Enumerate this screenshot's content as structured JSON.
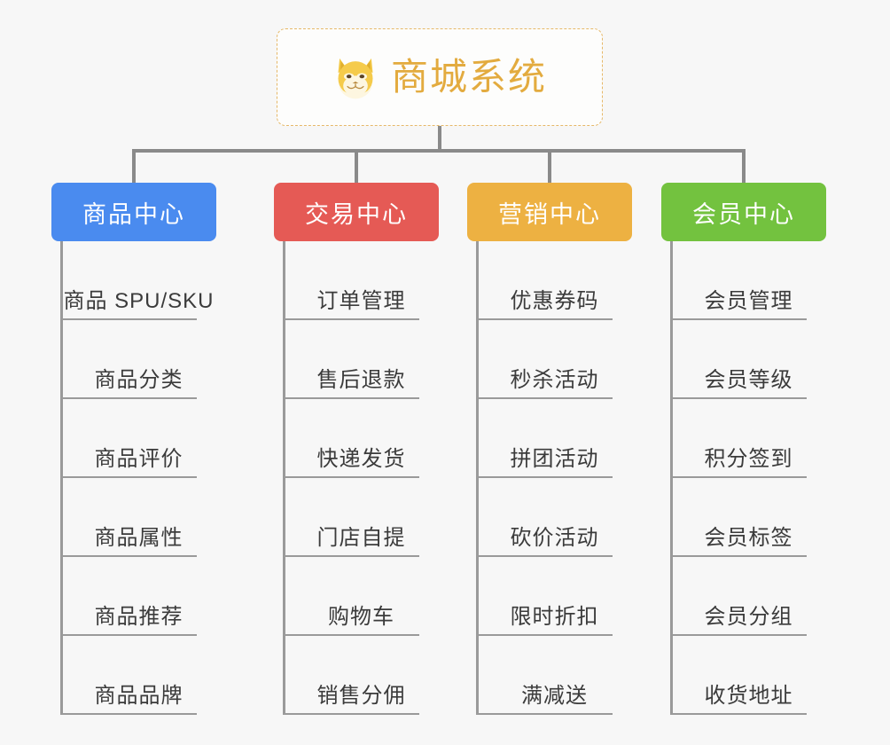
{
  "root": {
    "title": "商城系统",
    "icon": "shiba-dog-face-icon",
    "accent_color": "#e3ab3f",
    "border_color": "#e6b868"
  },
  "connector_color": "#8a8a8a",
  "columns": [
    {
      "title": "商品中心",
      "color": "#4a8bef",
      "items": [
        "商品 SPU/SKU",
        "商品分类",
        "商品评价",
        "商品属性",
        "商品推荐",
        "商品品牌"
      ]
    },
    {
      "title": "交易中心",
      "color": "#e55a55",
      "items": [
        "订单管理",
        "售后退款",
        "快递发货",
        "门店自提",
        "购物车",
        "销售分佣"
      ]
    },
    {
      "title": "营销中心",
      "color": "#edb142",
      "items": [
        "优惠券码",
        "秒杀活动",
        "拼团活动",
        "砍价活动",
        "限时折扣",
        "满减送"
      ]
    },
    {
      "title": "会员中心",
      "color": "#73c23f",
      "items": [
        "会员管理",
        "会员等级",
        "积分签到",
        "会员标签",
        "会员分组",
        "收货地址"
      ]
    }
  ]
}
